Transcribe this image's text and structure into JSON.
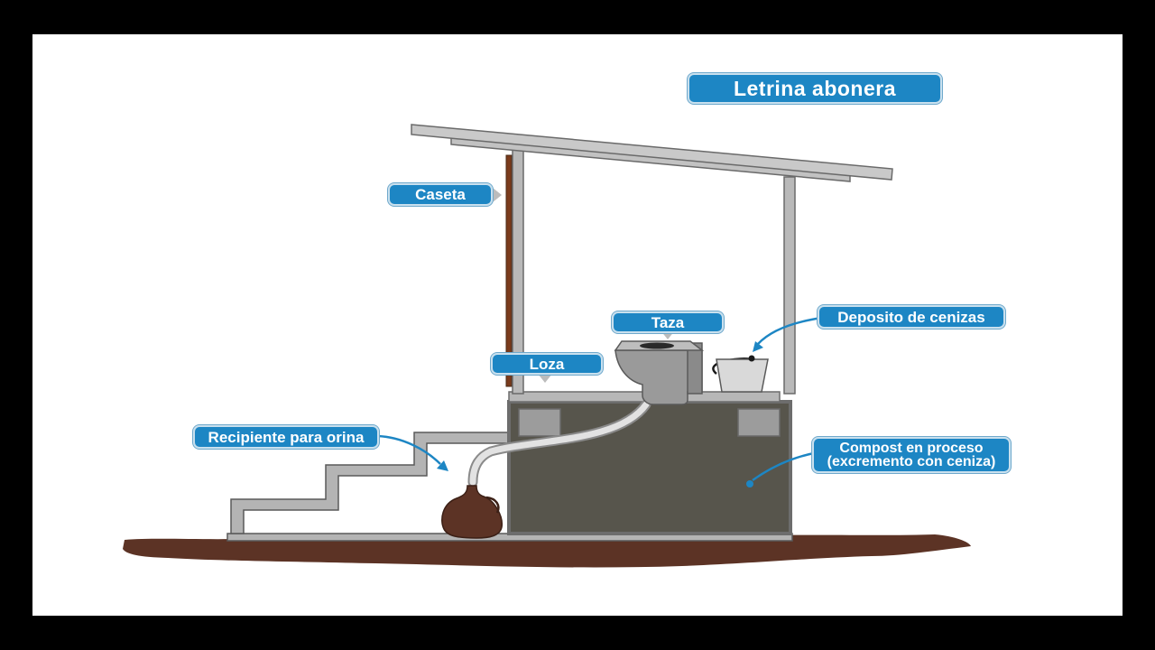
{
  "diagram": {
    "title": "Letrina abonera",
    "labels": {
      "caseta": "Caseta",
      "taza": "Taza",
      "deposito": "Deposito de cenizas",
      "loza": "Loza",
      "recipiente": "Recipiente para orina",
      "compost_line1": "Compost en proceso",
      "compost_line2": "(excremento con ceniza)"
    }
  },
  "colors": {
    "label_bg": "#1d86c4",
    "label_border": "#c9e0ee",
    "chamber": "#57554c",
    "structure": "#a9a9a9",
    "soil": "#5c3325",
    "frame": "#000000"
  }
}
